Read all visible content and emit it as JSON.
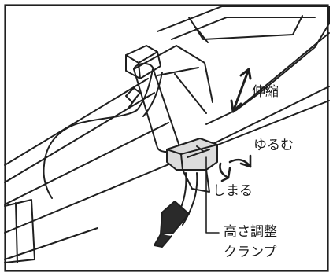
{
  "labels": {
    "extend": "伸縮",
    "loosen": "ゆるむ",
    "tighten": "しまる",
    "clamp_line1": "高さ調整",
    "clamp_line2": "クランプ"
  },
  "colors": {
    "line": "#1f1f1f",
    "paper": "#ffffff",
    "shade": "#dcdcdc",
    "dark": "#2a2a2a"
  }
}
